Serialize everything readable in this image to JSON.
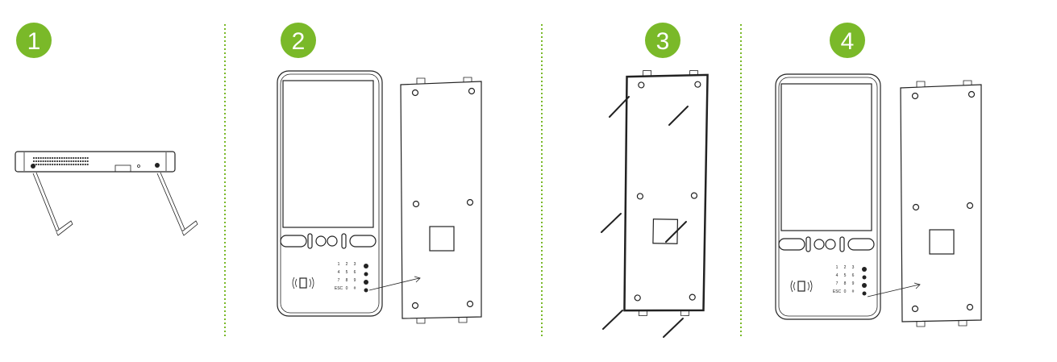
{
  "accent_color": "#7ab929",
  "steps": [
    {
      "number": "1"
    },
    {
      "number": "2"
    },
    {
      "number": "3"
    },
    {
      "number": "4"
    }
  ],
  "keypad": {
    "rows": [
      [
        "1",
        "2",
        "3"
      ],
      [
        "4",
        "5",
        "6"
      ],
      [
        "7",
        "8",
        "9"
      ],
      [
        "ESC",
        "0",
        "#"
      ]
    ]
  }
}
